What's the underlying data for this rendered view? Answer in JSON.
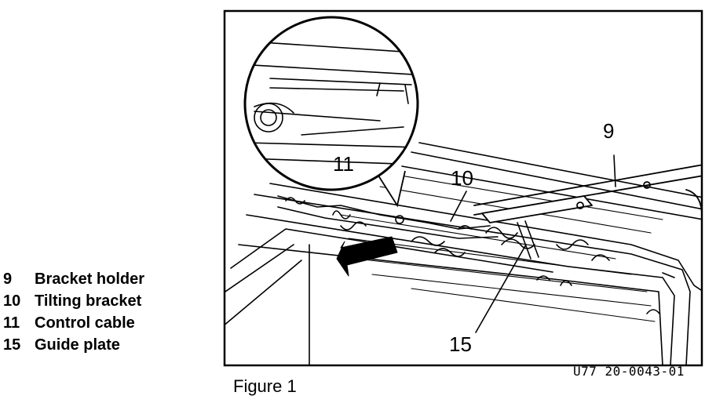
{
  "legend": [
    {
      "number": "9",
      "label": "Bracket holder"
    },
    {
      "number": "10",
      "label": "Tilting bracket"
    },
    {
      "number": "11",
      "label": "Control cable"
    },
    {
      "number": "15",
      "label": "Guide plate"
    }
  ],
  "callouts": {
    "c9": "9",
    "c10": "10",
    "c11": "11",
    "c15": "15"
  },
  "document_code": "U77 20-0043-01",
  "caption": "Figure 1"
}
